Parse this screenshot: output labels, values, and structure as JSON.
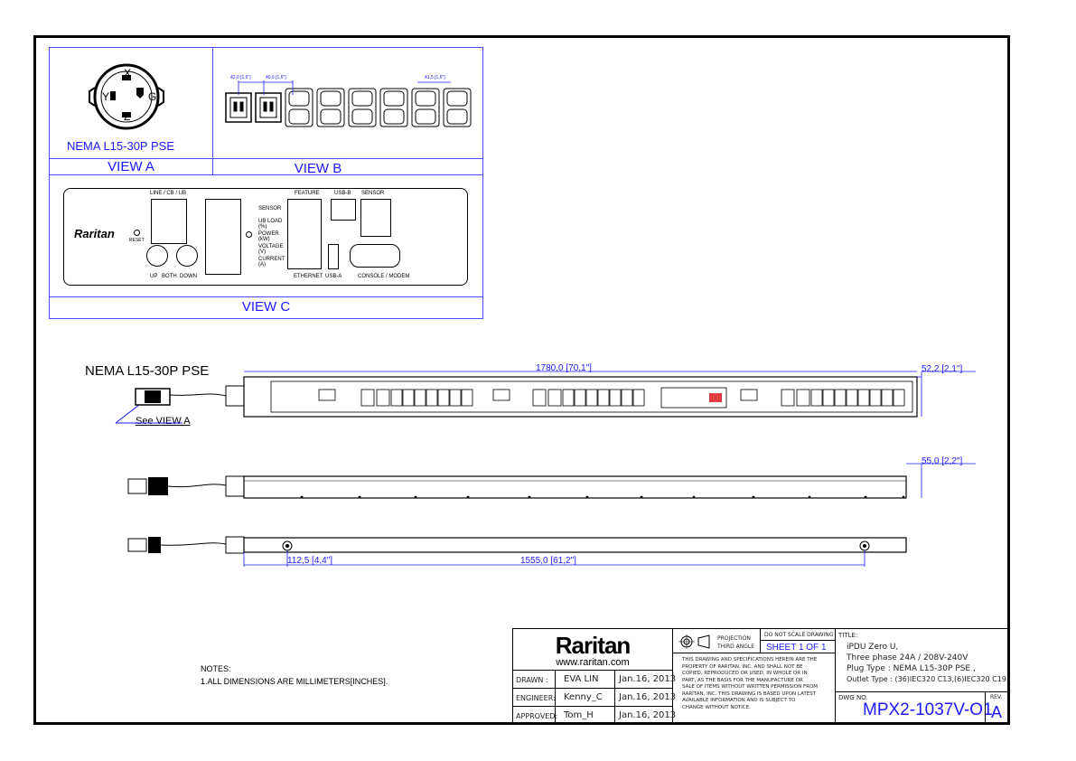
{
  "views": {
    "view_a_plug_label": "NEMA L15-30P PSE",
    "view_a_caption": "VIEW A",
    "view_b_caption": "VIEW B",
    "view_c_caption": "VIEW C",
    "pin_x": "X",
    "pin_y": "Y",
    "pin_z": "Z",
    "pin_g": "G",
    "dim_b1": "42,0 [1,6\"]",
    "dim_b2": "40,6 [1,6\"]",
    "dim_b3": "41,5 [1,6\"]"
  },
  "panel": {
    "line_label": "LINE / CB / UB",
    "brand": "Raritan",
    "reset": "RESET",
    "ind_sensor": "SENSOR",
    "ind_ubload": "UB LOAD (%)",
    "ind_power": "POWER (kW)",
    "ind_voltage": "VOLTAGE (V)",
    "ind_current": "CURRENT (A)",
    "feature": "FEATURE",
    "usb_b": "USB-B",
    "sensor": "SENSOR",
    "ethernet": "ETHERNET",
    "usb_a": "USB-A",
    "console": "CONSOLE / MODEM",
    "up": "UP",
    "both": "BOTH",
    "down": "DOWN"
  },
  "main": {
    "plug_label": "NEMA L15-30P PSE",
    "see_view_a": "See VIEW A",
    "dim_length": "1780,0 [70,1\"]",
    "dim_width": "52,2 [2,1\"]",
    "dim_depth": "55,0 [2,2\"]",
    "dim_mount_offset": "112,5 [4,4\"]",
    "dim_mount_span": "1555,0 [61,2\"]"
  },
  "notes": {
    "heading": "NOTES:",
    "line1": "1.ALL DIMENSIONS ARE MILLIMETERS[INCHES]."
  },
  "title_block": {
    "brand": "Raritan",
    "website": "www.raritan.com",
    "drawn_label": "DRAWN :",
    "drawn_name": "EVA LIN",
    "drawn_date": "Jan.16, 2013",
    "engineer_label": "ENGINEER:",
    "engineer_name": "Kenny_C",
    "engineer_date": "Jan.16, 2013",
    "approved_label": "APPROVED:",
    "approved_name": "Tom_H",
    "approved_date": "Jan.16, 2013",
    "projection_l1": "PROJECTION",
    "projection_l2": "THIRD ANGLE",
    "do_not_scale": "DO NOT SCALE DRAWING",
    "sheet": "SHEET 1 OF 1",
    "disclaimer_1": "THIS DRAWING AND SPECIFICATIONS HEREIN ARE THE",
    "disclaimer_2": "PROPERTY OF RARITAN, INC. AND SHALL NOT BE",
    "disclaimer_3": "COPIED, REPRODUCED OR USED, IN WHOLE OR IN",
    "disclaimer_4": "PART, AS THE BASIS FOR THE MANUFACTURE OR",
    "disclaimer_5": "SALE OF ITEMS WITHOUT WRITTEN PERMISSION FROM",
    "disclaimer_6": "RARITAN, INC. THIS DRAWING IS BASED UPON LATEST",
    "disclaimer_7": "AVAILABLE INFORMATION AND IS SUBJECT TO",
    "disclaimer_8": "CHANGE WITHOUT NOTICE.",
    "title_label": "TITLE:",
    "title_1": "iPDU Zero U,",
    "title_2": "Three phase 24A / 208V-240V",
    "title_3": "Plug Type : NEMA L15-30P PSE ,",
    "title_4": "Outlet Type : (36)IEC320 C13,(6)IEC320 C19",
    "dwg_label": "DWG NO.",
    "dwg_no": "MPX2-1037V-O1",
    "rev_label": "REV.",
    "rev": "A"
  },
  "colors": {
    "view_blue": "#1a1aff",
    "dimension_blue": "#1a1aff",
    "sheet_blue": "#1a1aff"
  }
}
